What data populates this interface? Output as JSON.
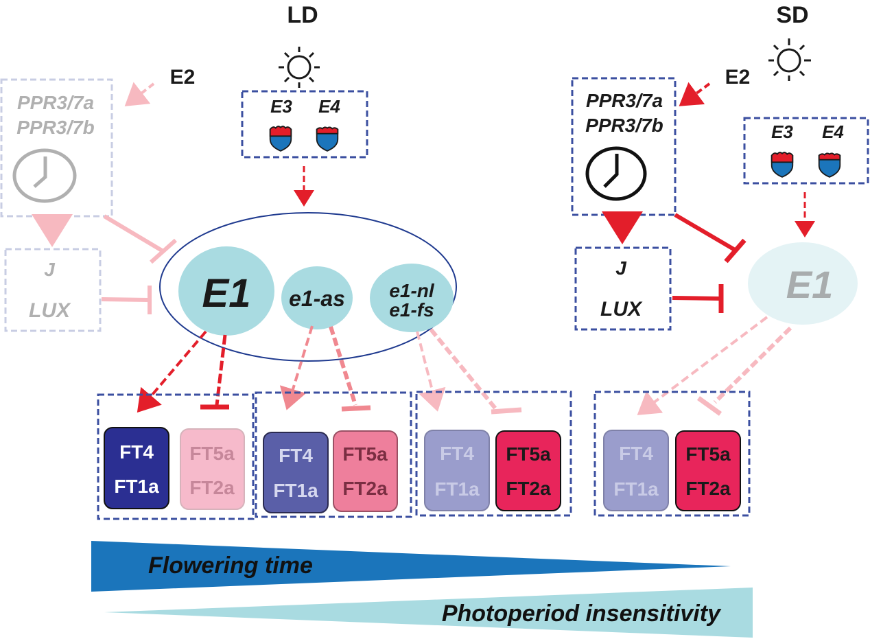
{
  "colors": {
    "red": "#e31e2a",
    "red_mid": "#f08890",
    "red_light": "#f7b9c0",
    "box_blue": "#3b4fa0",
    "box_faded": "#c8cde3",
    "e1_fill": "#a9dbe1",
    "e1_faded": "#e4f3f5",
    "ellipse_stroke": "#1f3a8f",
    "ft4_dark": "#2b2f92",
    "ft4_mid": "#5a5fa8",
    "ft4_light": "#9a9dcc",
    "ft5_light": "#f6bacb",
    "ft5_mid": "#ee7f9c",
    "ft5_dark": "#e8255b",
    "flowering_bar": "#1b75bb",
    "insensitivity_bar": "#a9dbe1"
  },
  "ld": {
    "title": "LD",
    "e2_label": "E2",
    "ppr": {
      "line1": "PPR3/7a",
      "line2": "PPR3/7b"
    },
    "j_lux": {
      "line1": "J",
      "line2": "LUX"
    },
    "e3_label": "E3",
    "e4_label": "E4",
    "e1_label": "E1",
    "e1_as_label": "e1-as",
    "e1_nl_label": "e1-nl",
    "e1_fs_label": "e1-fs",
    "groups": [
      {
        "ft4": [
          "FT4",
          "FT1a"
        ],
        "ft5": [
          "FT5a",
          "FT2a"
        ]
      },
      {
        "ft4": [
          "FT4",
          "FT1a"
        ],
        "ft5": [
          "FT5a",
          "FT2a"
        ]
      },
      {
        "ft4": [
          "FT4",
          "FT1a"
        ],
        "ft5": [
          "FT5a",
          "FT2a"
        ]
      }
    ]
  },
  "sd": {
    "title": "SD",
    "e2_label": "E2",
    "ppr": {
      "line1": "PPR3/7a",
      "line2": "PPR3/7b"
    },
    "j_lux": {
      "line1": "J",
      "line2": "LUX"
    },
    "e3_label": "E3",
    "e4_label": "E4",
    "e1_label": "E1",
    "group": {
      "ft4": [
        "FT4",
        "FT1a"
      ],
      "ft5": [
        "FT5a",
        "FT2a"
      ]
    }
  },
  "bars": {
    "flowering": "Flowering time",
    "insensitivity": "Photoperiod insensitivity"
  }
}
